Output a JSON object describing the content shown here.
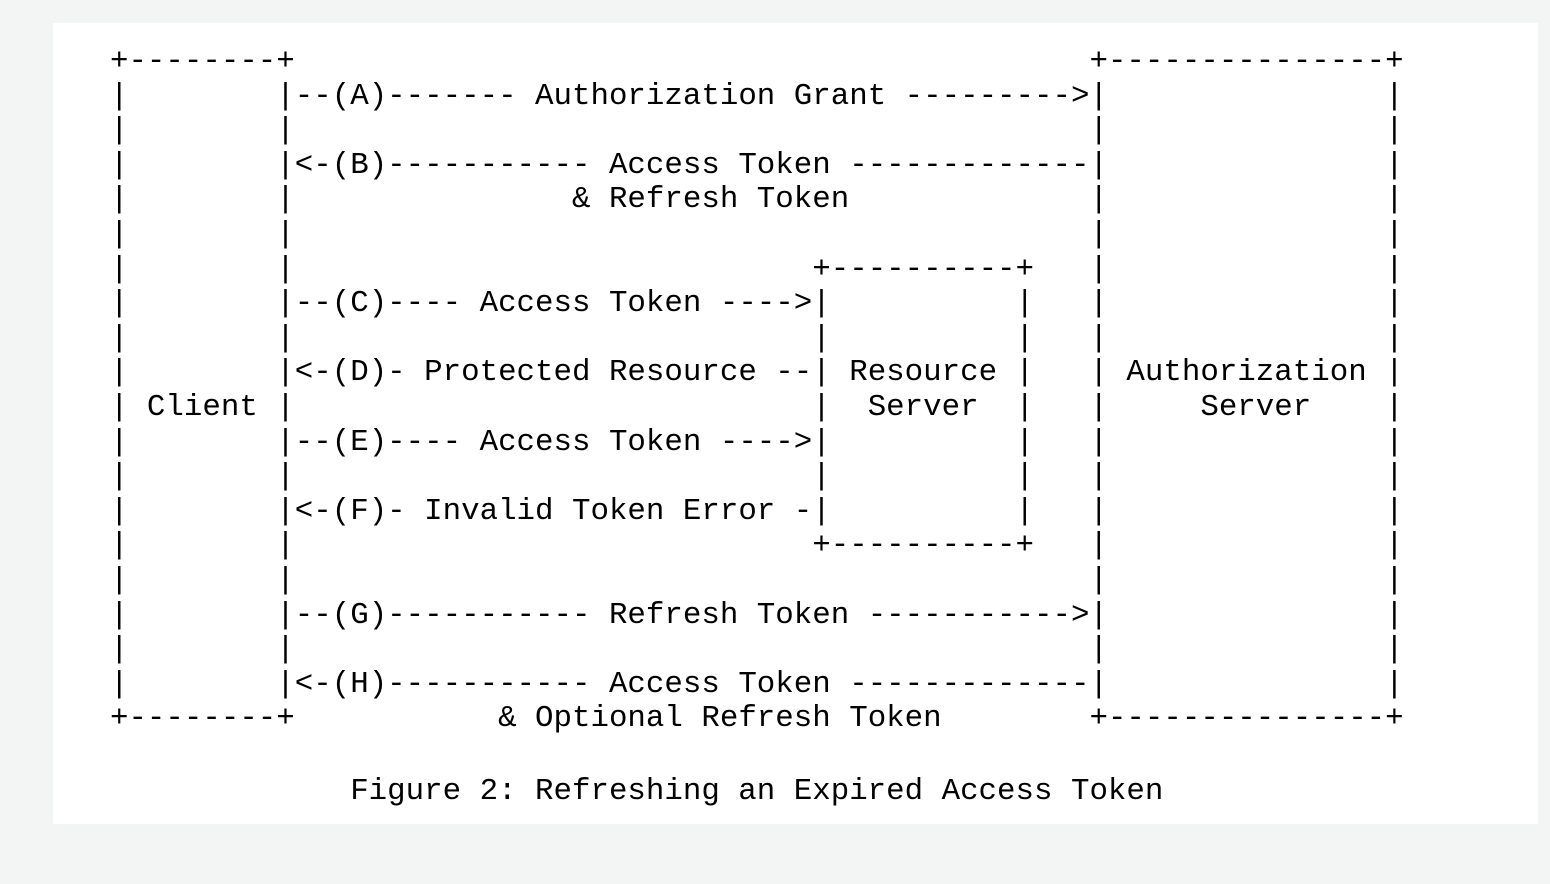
{
  "colors": {
    "page_background": "#f3f4f4",
    "panel_background": "#ffffff",
    "text": "#000000"
  },
  "figure": {
    "ascii": "  +--------+                                           +---------------+\n  |        |--(A)------- Authorization Grant --------->|               |\n  |        |                                           |               |\n  |        |<-(B)----------- Access Token -------------|               |\n  |        |               & Refresh Token             |               |\n  |        |                                           |               |\n  |        |                            +----------+   |               |\n  |        |--(C)---- Access Token ---->|          |   |               |\n  |        |                            |          |   |               |\n  |        |<-(D)- Protected Resource --| Resource |   | Authorization |\n  | Client |                            |  Server  |   |     Server    |\n  |        |--(E)---- Access Token ---->|          |   |               |\n  |        |                            |          |   |               |\n  |        |<-(F)- Invalid Token Error -|          |   |               |\n  |        |                            +----------+   |               |\n  |        |                                           |               |\n  |        |--(G)----------- Refresh Token ----------->|               |\n  |        |                                           |               |\n  |        |<-(H)----------- Access Token -------------|               |\n  +--------+           & Optional Refresh Token        +---------------+",
    "caption": "Figure 2: Refreshing an Expired Access Token",
    "entities": [
      "Client",
      "Resource Server",
      "Authorization Server"
    ],
    "steps": [
      {
        "id": "A",
        "label": "Authorization Grant",
        "from": "Client",
        "to": "Authorization Server"
      },
      {
        "id": "B",
        "label": "Access Token & Refresh Token",
        "from": "Authorization Server",
        "to": "Client"
      },
      {
        "id": "C",
        "label": "Access Token",
        "from": "Client",
        "to": "Resource Server"
      },
      {
        "id": "D",
        "label": "Protected Resource",
        "from": "Resource Server",
        "to": "Client"
      },
      {
        "id": "E",
        "label": "Access Token",
        "from": "Client",
        "to": "Resource Server"
      },
      {
        "id": "F",
        "label": "Invalid Token Error",
        "from": "Resource Server",
        "to": "Client"
      },
      {
        "id": "G",
        "label": "Refresh Token",
        "from": "Client",
        "to": "Authorization Server"
      },
      {
        "id": "H",
        "label": "Access Token & Optional Refresh Token",
        "from": "Authorization Server",
        "to": "Client"
      }
    ]
  }
}
